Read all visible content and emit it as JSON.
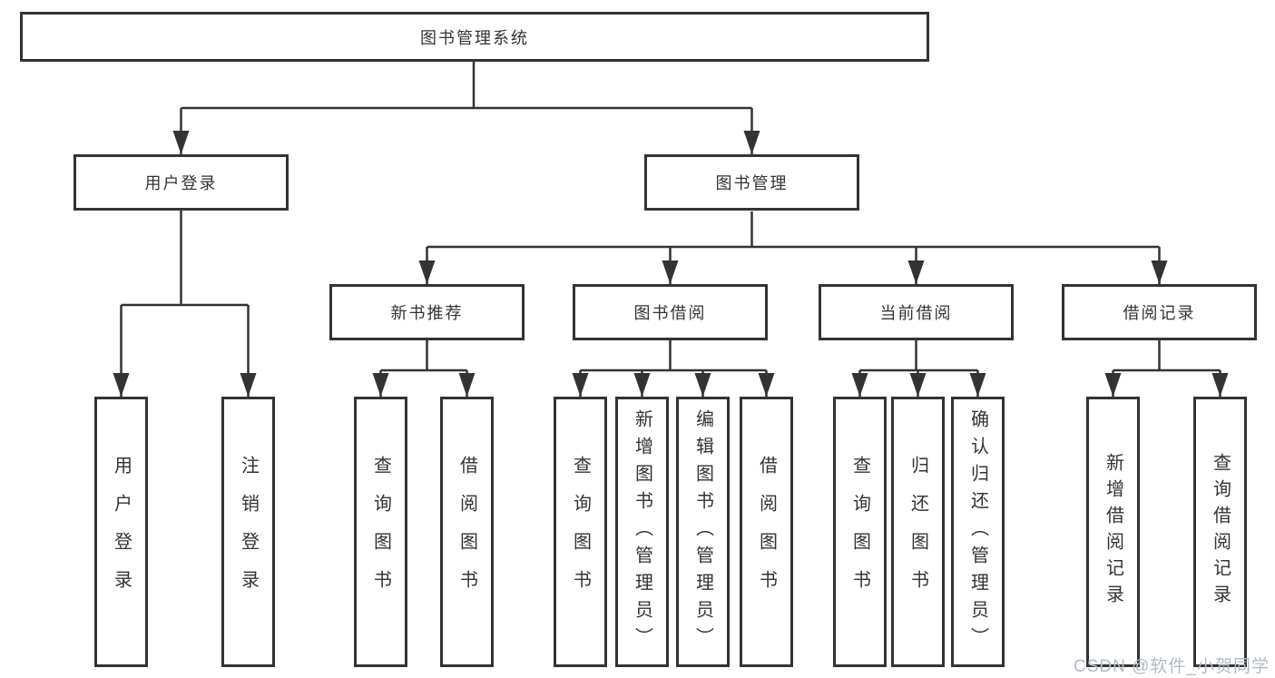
{
  "tree": {
    "label": "图书管理系统",
    "children": [
      {
        "label": "用户登录",
        "children": [
          {
            "label": "用户登录"
          },
          {
            "label": "注销登录"
          }
        ]
      },
      {
        "label": "图书管理",
        "children": [
          {
            "label": "新书推荐",
            "children": [
              {
                "label": "查询图书"
              },
              {
                "label": "借阅图书"
              }
            ]
          },
          {
            "label": "图书借阅",
            "children": [
              {
                "label": "查询图书"
              },
              {
                "label": "新增图书（管理员）"
              },
              {
                "label": "编辑图书（管理员）"
              },
              {
                "label": "借阅图书"
              }
            ]
          },
          {
            "label": "当前借阅",
            "children": [
              {
                "label": "查询图书"
              },
              {
                "label": "归还图书"
              },
              {
                "label": "确认归还（管理员）"
              }
            ]
          },
          {
            "label": "借阅记录",
            "children": [
              {
                "label": "新增借阅记录"
              },
              {
                "label": "查询借阅记录"
              }
            ]
          }
        ]
      }
    ]
  },
  "watermark": {
    "text": "CSDN @软件_小贺同学",
    "color": "#b3bac4"
  },
  "colors": {
    "line": "#333333",
    "box_border": "#333333",
    "text": "#333333",
    "background": "#ffffff"
  }
}
